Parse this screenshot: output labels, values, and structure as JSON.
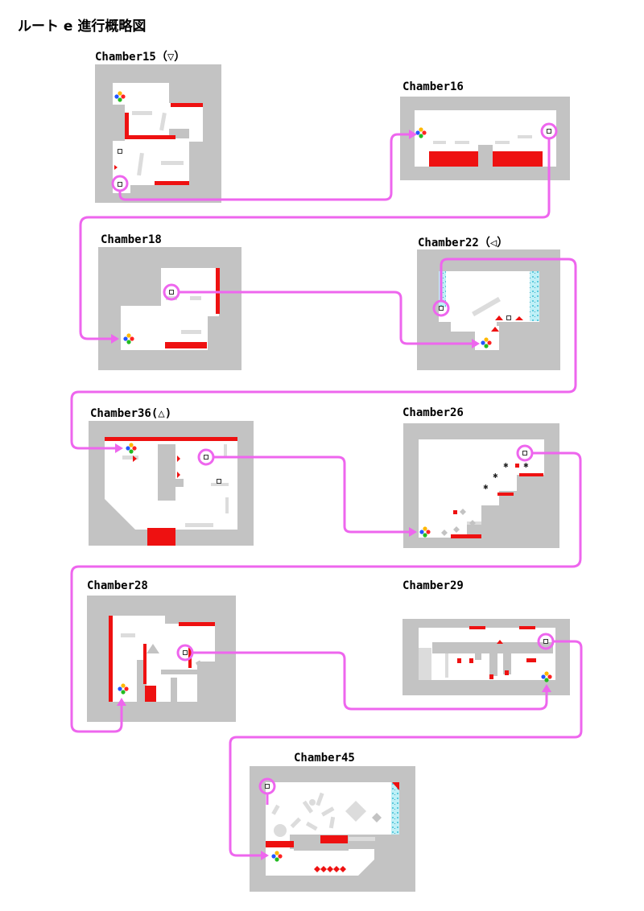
{
  "page_title": "ルート e 進行概略図",
  "colors": {
    "wall": "#c3c3c3",
    "floor": "#ffffff",
    "hazard": "#ee1111",
    "route": "#ee66ee",
    "panel": "#dcdcdc",
    "water": "#a8e8f2"
  },
  "chambers": [
    {
      "id": "c15",
      "label": "Chamber15（▽）"
    },
    {
      "id": "c16",
      "label": "Chamber16"
    },
    {
      "id": "c18",
      "label": "Chamber18"
    },
    {
      "id": "c22",
      "label": "Chamber22（◁）"
    },
    {
      "id": "c36",
      "label": "Chamber36(△)"
    },
    {
      "id": "c26",
      "label": "Chamber26"
    },
    {
      "id": "c28",
      "label": "Chamber28"
    },
    {
      "id": "c29",
      "label": "Chamber29"
    },
    {
      "id": "c45",
      "label": "Chamber45"
    }
  ],
  "route_order": [
    "c15",
    "c16",
    "c18",
    "c22",
    "c36",
    "c26",
    "c28",
    "c29",
    "c45"
  ],
  "icons": {
    "start_marker": "four-color-cross-icon",
    "exit_marker": "circled-square-icon"
  }
}
